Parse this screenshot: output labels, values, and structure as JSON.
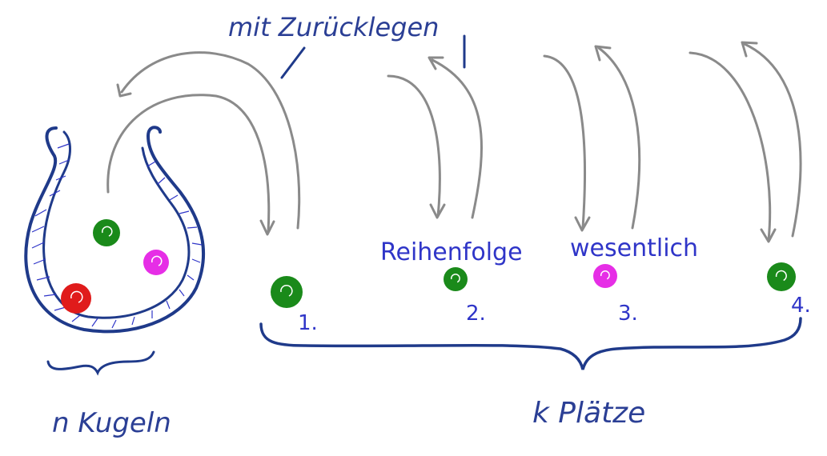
{
  "colors": {
    "ink_blue": "#1f3a8a",
    "label_blue": "#2f35c8",
    "arrow_gray": "#8a8a8a",
    "ball_green": "#1a8a1a",
    "ball_magenta": "#e62ee6",
    "ball_red": "#e01b1b"
  },
  "labels": {
    "top_note": "mit Zurücklegen",
    "order_note_1": "Reihenfolge",
    "order_note_2": "wesentlich",
    "balls_label": "n Kugeln",
    "places_label": "k Plätze"
  },
  "slots": [
    {
      "number": "1.",
      "ball_color": "green"
    },
    {
      "number": "2.",
      "ball_color": "green"
    },
    {
      "number": "3.",
      "ball_color": "magenta"
    },
    {
      "number": "4.",
      "ball_color": "green"
    }
  ],
  "urn_balls": [
    "green",
    "magenta",
    "red"
  ],
  "icons": {
    "urn": "urn-icon",
    "arrow": "curved-arrow-icon",
    "brace": "curly-brace-icon"
  }
}
